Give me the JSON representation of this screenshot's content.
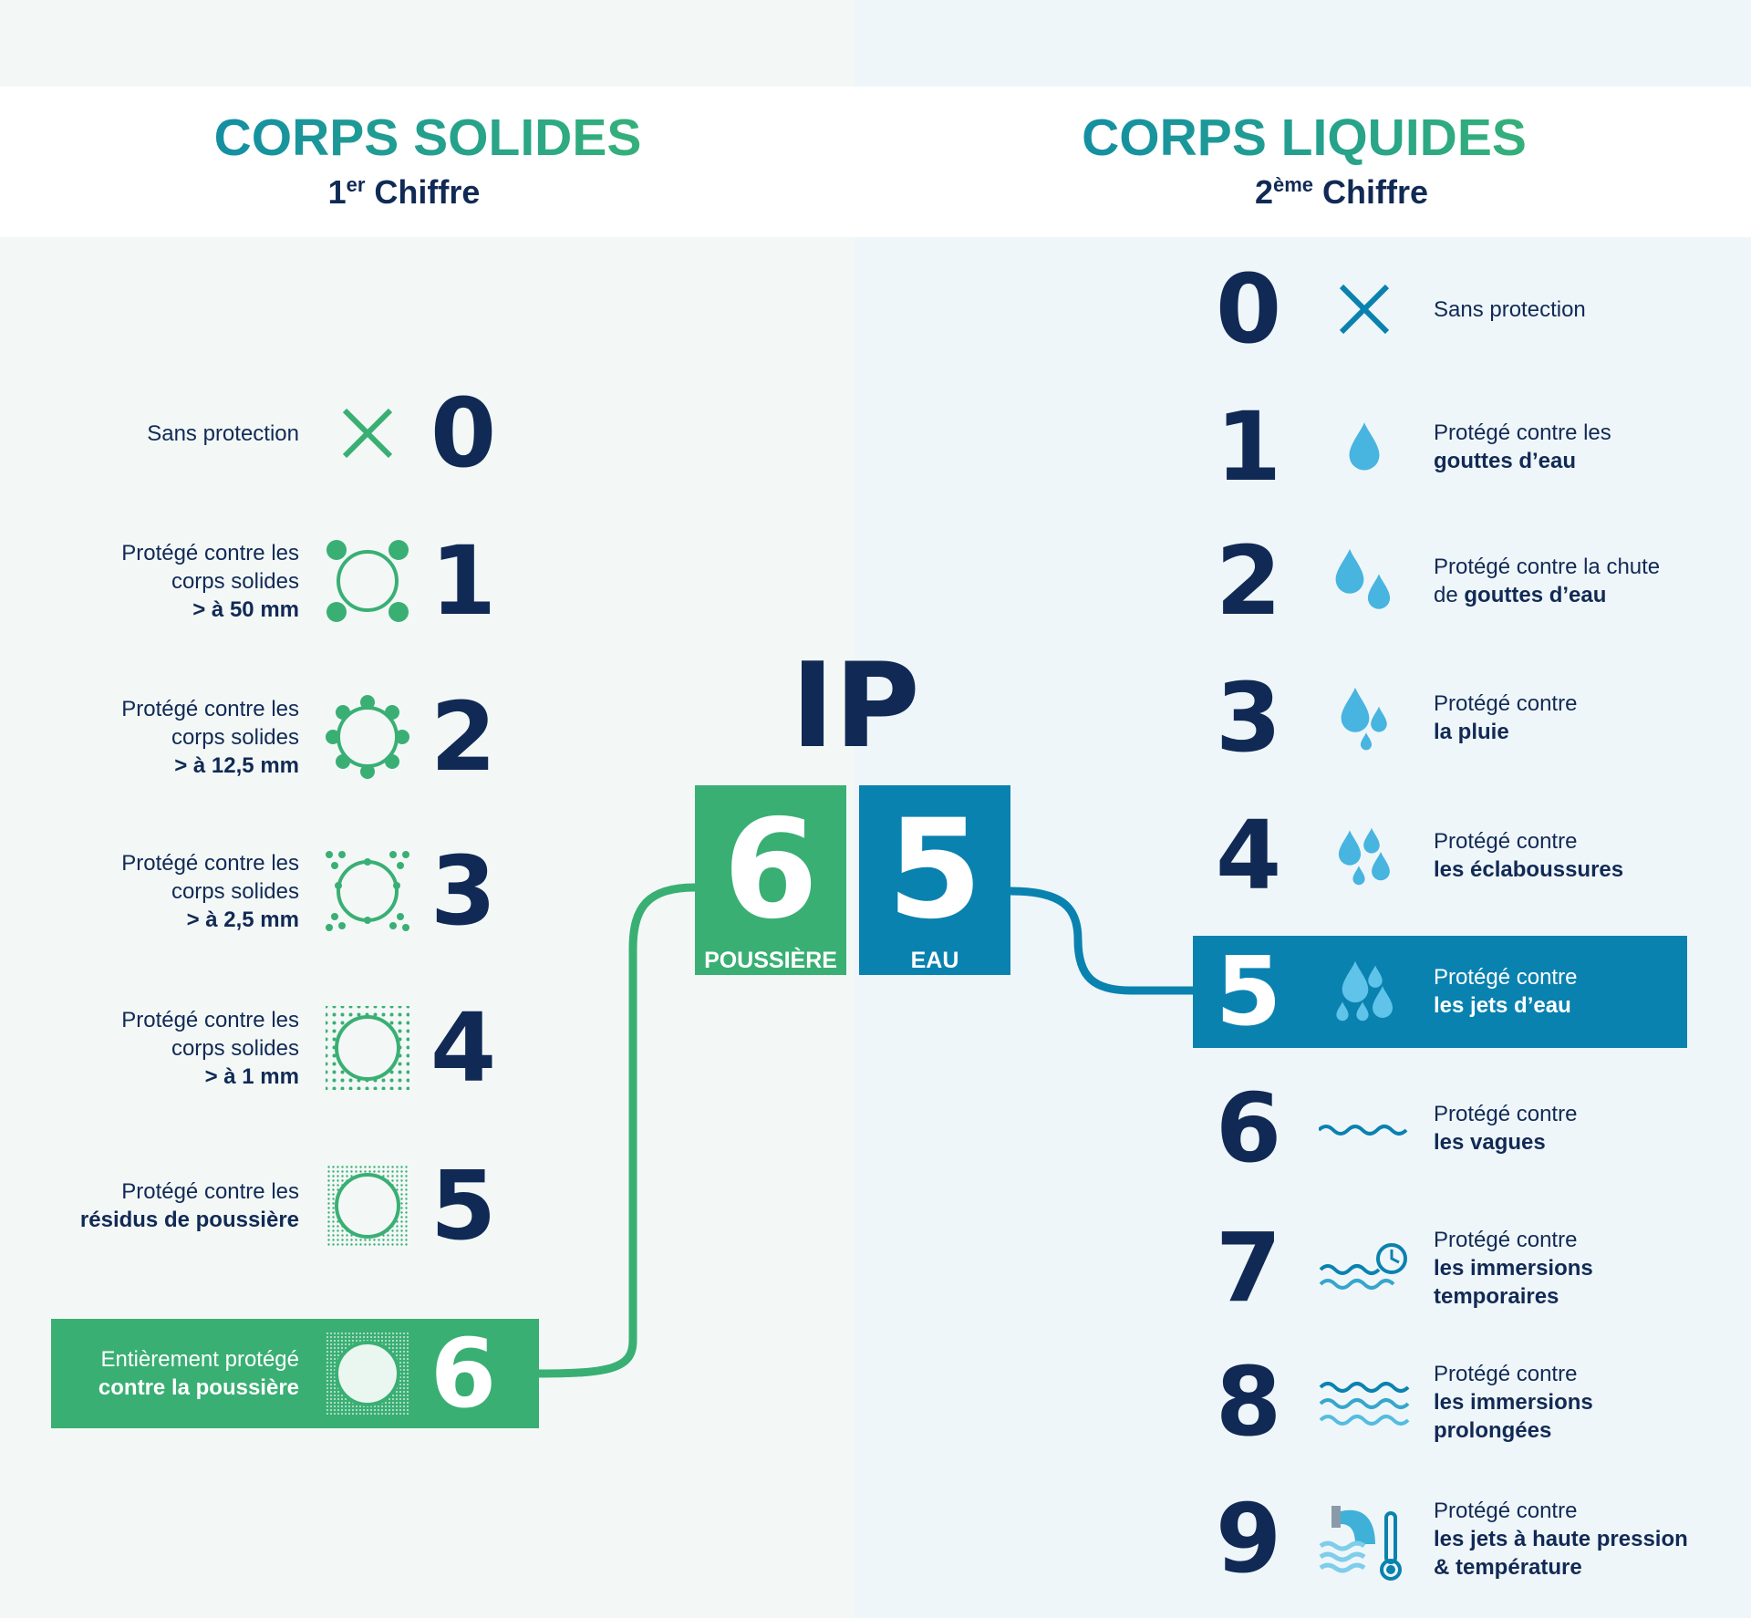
{
  "colors": {
    "green": "#3aaf74",
    "blue": "#0a82b0",
    "navy": "#112a55"
  },
  "left": {
    "title": "CORPS SOLIDES",
    "sub_num": "1",
    "sub_sup": "er",
    "sub_word": "Chiffre",
    "rows": [
      {
        "num": "0",
        "lines": [
          "Sans protection"
        ],
        "icon": "x-icon"
      },
      {
        "num": "1",
        "lines": [
          "Protégé contre les",
          "corps solides",
          "> à 50 mm"
        ],
        "icon": "circle-4-dots-icon"
      },
      {
        "num": "2",
        "lines": [
          "Protégé contre les",
          "corps solides",
          "> à 12,5 mm"
        ],
        "icon": "circle-8-dots-icon"
      },
      {
        "num": "3",
        "lines": [
          "Protégé contre les",
          "corps solides",
          "> à 2,5 mm"
        ],
        "icon": "circle-small-dots-icon"
      },
      {
        "num": "4",
        "lines": [
          "Protégé contre les",
          "corps solides",
          "> à 1 mm"
        ],
        "icon": "circle-dot-grid-icon"
      },
      {
        "num": "5",
        "lines": [
          "Protégé contre les",
          "résidus de poussière"
        ],
        "icon": "circle-fine-dust-icon"
      },
      {
        "num": "6",
        "lines": [
          "Entièrement protégé",
          "contre la poussière"
        ],
        "icon": "circle-sealed-dust-icon"
      }
    ]
  },
  "right": {
    "title": "CORPS LIQUIDES",
    "sub_num": "2",
    "sub_sup": "ème",
    "sub_word": "Chiffre",
    "rows": [
      {
        "num": "0",
        "lines": [
          "Sans protection"
        ]
      },
      {
        "num": "1",
        "lines": [
          "Protégé contre les",
          "gouttes d’eau"
        ]
      },
      {
        "num": "2",
        "lines": [
          "Protégé contre la chute",
          "de ",
          "gouttes d’eau"
        ]
      },
      {
        "num": "3",
        "lines": [
          "Protégé contre",
          "la pluie"
        ]
      },
      {
        "num": "4",
        "lines": [
          "Protégé contre",
          "les éclaboussures"
        ]
      },
      {
        "num": "5",
        "lines": [
          "Protégé contre",
          "les jets d’eau"
        ]
      },
      {
        "num": "6",
        "lines": [
          "Protégé contre",
          "les vagues"
        ]
      },
      {
        "num": "7",
        "lines": [
          "Protégé contre",
          "les immersions",
          "temporaires"
        ]
      },
      {
        "num": "8",
        "lines": [
          "Protégé contre",
          "les immersions",
          "prolongées"
        ]
      },
      {
        "num": "9",
        "lines": [
          "Protégé contre",
          "les jets à haute pression",
          "& température"
        ]
      }
    ]
  },
  "center": {
    "ip": "IP",
    "first": {
      "digit": "6",
      "label": "POUSSIÈRE"
    },
    "second": {
      "digit": "5",
      "label": "EAU"
    }
  }
}
